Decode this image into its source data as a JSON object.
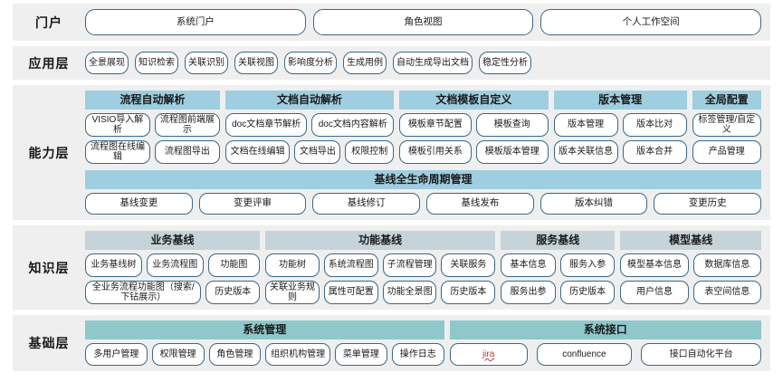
{
  "colors": {
    "layer_bg": "#efefef",
    "capability_head": "#9fcee0",
    "knowledge_head": "#c6d3d9",
    "base_head": "#8fc8cb",
    "pill_border": "#3d6883",
    "text": "#1a1a1a"
  },
  "layers": [
    {
      "label": "门户",
      "kind": "portal",
      "items": [
        "系统门户",
        "角色视图",
        "个人工作空间"
      ]
    },
    {
      "label": "应用层",
      "kind": "application",
      "items": [
        "全景展现",
        "知识检索",
        "关联识别",
        "关联视图",
        "影响度分析",
        "生成用例",
        "自动生成导出文档",
        "稳定性分析"
      ]
    },
    {
      "label": "能力层",
      "kind": "capability",
      "groups": [
        {
          "title": "流程自动解析",
          "flex": 152,
          "rows": [
            [
              {
                "label": "VISIO导入解析",
                "flex": 1
              },
              {
                "label": "流程图前端展示",
                "flex": 1
              }
            ],
            [
              {
                "label": "流程图在线编辑",
                "flex": 1
              },
              {
                "label": "流程图导出",
                "flex": 1
              }
            ]
          ]
        },
        {
          "title": "文档自动解析",
          "flex": 190,
          "rows": [
            [
              {
                "label": "doc文档章节解析",
                "flex": 1
              },
              {
                "label": "doc文档内容解析",
                "flex": 1
              }
            ],
            [
              {
                "label": "文档在线编辑",
                "flex": 1.25
              },
              {
                "label": "文档导出",
                "flex": 0.85
              },
              {
                "label": "权限控制",
                "flex": 0.9
              }
            ]
          ]
        },
        {
          "title": "文档模板自定义",
          "flex": 168,
          "rows": [
            [
              {
                "label": "模板章节配置",
                "flex": 1
              },
              {
                "label": "模板查询",
                "flex": 1
              }
            ],
            [
              {
                "label": "模板引用关系",
                "flex": 1
              },
              {
                "label": "模板版本管理",
                "flex": 1
              }
            ]
          ]
        },
        {
          "title": "版本管理",
          "flex": 150,
          "rows": [
            [
              {
                "label": "版本管理",
                "flex": 1
              },
              {
                "label": "版本比对",
                "flex": 1
              }
            ],
            [
              {
                "label": "版本关联信息",
                "flex": 1
              },
              {
                "label": "版本合并",
                "flex": 1
              }
            ]
          ]
        },
        {
          "title": "全局配置",
          "flex": 78,
          "rows": [
            [
              {
                "label": "标签管理/自定义",
                "flex": 1
              }
            ],
            [
              {
                "label": "产品管理",
                "flex": 1
              }
            ]
          ]
        }
      ],
      "lifecycle": {
        "title": "基线全生命周期管理",
        "items": [
          "基线变更",
          "变更评审",
          "基线修订",
          "基线发布",
          "版本纠错",
          "变更历史"
        ]
      }
    },
    {
      "label": "知识层",
      "kind": "knowledge",
      "groups": [
        {
          "title": "业务基线",
          "flex": 196,
          "rows": [
            [
              {
                "label": "业务基线树",
                "flex": 1
              },
              {
                "label": "业务流程图",
                "flex": 1
              },
              {
                "label": "功能图",
                "flex": 0.9
              }
            ],
            [
              {
                "label": "全业务流程功能图（搜索/下钻展示）",
                "flex": 2.1
              },
              {
                "label": "历史版本",
                "flex": 0.9
              }
            ]
          ]
        },
        {
          "title": "功能基线",
          "flex": 258,
          "rows": [
            [
              {
                "label": "功能树",
                "flex": 1
              },
              {
                "label": "系统流程图",
                "flex": 1
              },
              {
                "label": "子流程管理",
                "flex": 1
              },
              {
                "label": "关联服务",
                "flex": 1
              }
            ],
            [
              {
                "label": "关联业务规则",
                "flex": 1
              },
              {
                "label": "属性可配置",
                "flex": 1
              },
              {
                "label": "功能全景图",
                "flex": 1
              },
              {
                "label": "历史版本",
                "flex": 1
              }
            ]
          ]
        },
        {
          "title": "服务基线",
          "flex": 128,
          "rows": [
            [
              {
                "label": "基本信息",
                "flex": 1
              },
              {
                "label": "服务入参",
                "flex": 1
              }
            ],
            [
              {
                "label": "服务出参",
                "flex": 1
              },
              {
                "label": "历史版本",
                "flex": 1
              }
            ]
          ]
        },
        {
          "title": "模型基线",
          "flex": 158,
          "rows": [
            [
              {
                "label": "模型基本信息",
                "flex": 1
              },
              {
                "label": "数据库信息",
                "flex": 1
              }
            ],
            [
              {
                "label": "用户信息",
                "flex": 1
              },
              {
                "label": "表空间信息",
                "flex": 1
              }
            ]
          ]
        }
      ]
    },
    {
      "label": "基础层",
      "kind": "base",
      "groups": [
        {
          "title": "系统管理",
          "flex": 380,
          "rows": [
            [
              {
                "label": "多用户管理",
                "flex": 1
              },
              {
                "label": "权限管理",
                "flex": 0.82
              },
              {
                "label": "角色管理",
                "flex": 0.82
              },
              {
                "label": "组织机构管理",
                "flex": 1.05
              },
              {
                "label": "菜单管理",
                "flex": 0.82
              },
              {
                "label": "操作日志",
                "flex": 0.82
              }
            ]
          ]
        },
        {
          "title": "系统接口",
          "flex": 330,
          "gap": 50,
          "rows": [
            [
              {
                "label": "jira",
                "flex": 1,
                "style": "jira"
              },
              {
                "label": "confluence",
                "flex": 1.25
              },
              {
                "label": "接口自动化平台",
                "flex": 1.6
              }
            ]
          ]
        }
      ]
    }
  ]
}
